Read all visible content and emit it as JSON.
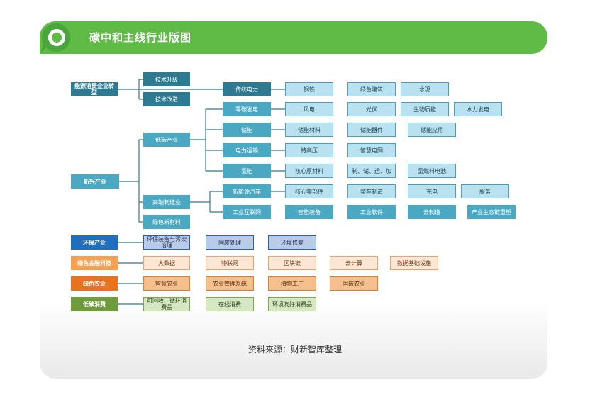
{
  "header": {
    "title": "碳中和主线行业版图"
  },
  "source": "资料来源：财新智库整理",
  "nodes": {
    "energy_transform": "能源消费企业转型",
    "tech_upgrade": "技术升级",
    "tech_reform": "技术改造",
    "traditional_power": "传统电力",
    "steel": "钢铁",
    "green_building": "绿色建筑",
    "cement": "水泥",
    "zero_carbon_power": "零碳发电",
    "wind_power": "风电",
    "solar": "光伏",
    "biomass": "生物质能",
    "hydro": "水力发电",
    "low_carbon_industry": "低碳产业",
    "energy_storage": "储能",
    "storage_materials": "储能材料",
    "storage_devices": "储能器件",
    "storage_apps": "储能应用",
    "power_transmission": "电力运输",
    "uhv": "特高压",
    "smart_grid": "智慧电网",
    "hydrogen": "氢能",
    "core_materials": "核心原材料",
    "hydrogen_chain": "制、储、运、加",
    "fuel_cell": "氢燃料电池",
    "emerging_industry": "新兴产业",
    "nev": "新能源汽车",
    "core_parts": "核心零部件",
    "vehicle_mfg": "整车制造",
    "charging": "充电",
    "service": "服务",
    "high_end_mfg": "高端制造业",
    "industrial_internet": "工业互联网",
    "smart_equipment": "智能装备",
    "industrial_software": "工业软件",
    "cloud_mfg": "云制造",
    "ecosystem": "产业生态链重塑",
    "green_materials": "绿色新材料",
    "env_industry": "环保产业",
    "env_equipment": "环保装备与污染治理",
    "solid_waste": "固废处理",
    "env_restore": "环境修复",
    "green_fintech": "绿色金融科技",
    "big_data": "大数据",
    "iot": "物联网",
    "blockchain": "区块链",
    "cloud_computing": "云计算",
    "data_infra": "数据基础设施",
    "green_agri": "绿色农业",
    "smart_agri": "智慧农业",
    "agri_mgmt": "农业管理系统",
    "plant_factory": "植物工厂",
    "carbon_agri": "固碳农业",
    "low_carbon_consume": "低碳消费",
    "recyclable": "可回收、循环消费品",
    "online_consume": "在线消费",
    "eco_products": "环境友好消费品"
  },
  "colors": {
    "header_green": "#5fbb46",
    "teal_dark": "#2e7b91",
    "teal_mid": "#4ba8c3",
    "env_blue": "#1f6fbd",
    "fin_orange": "#f5a052",
    "agri_orange": "#e8731f",
    "low_green": "#6f9b3d"
  }
}
